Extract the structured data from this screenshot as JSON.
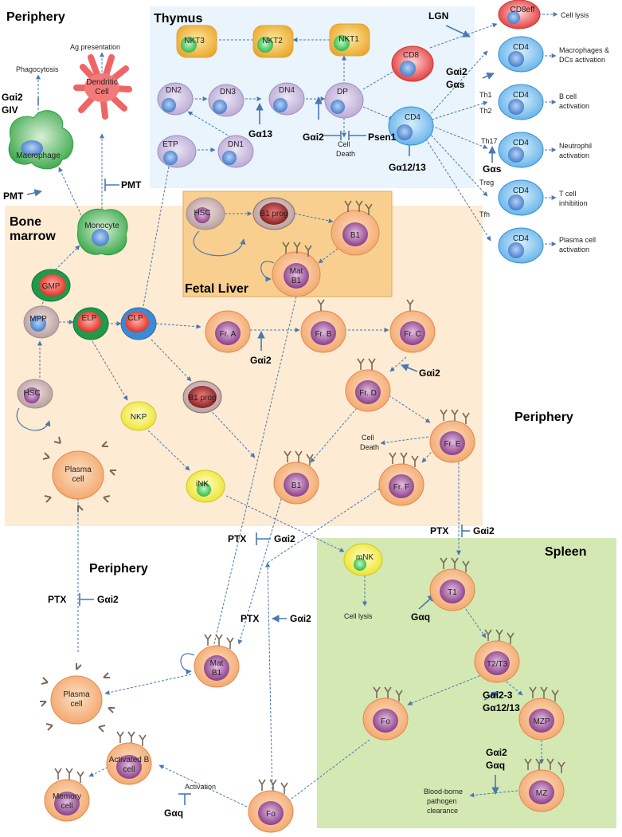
{
  "regions": {
    "periphery_top": "Periphery",
    "thymus": "Thymus",
    "bone_marrow_1": "Bone",
    "bone_marrow_2": "marrow",
    "fetal_liver": "Fetal Liver",
    "periphery_right": "Periphery",
    "periphery_bottom": "Periphery",
    "spleen": "Spleen"
  },
  "colors": {
    "thymus_bg": "#e9f4fc",
    "bone_marrow_bg": "#fdebd3",
    "fetal_liver_bg": "#f8cf8e",
    "spleen_bg": "#d4e8b4",
    "edge": "#4a78b0"
  },
  "cells": {
    "nkt3": "NKT3",
    "nkt2": "NKT2",
    "nkt1": "NKT1",
    "dn2": "DN2",
    "dn3": "DN3",
    "dn4": "DN4",
    "dp": "DP",
    "etp": "ETP",
    "dn1": "DN1",
    "cd8": "CD8",
    "cd8eff": "CD8eff",
    "cd4": "CD4",
    "cd4_th1": "CD4",
    "cd4_th2": "CD4",
    "cd4_th17": "CD4",
    "cd4_treg": "CD4",
    "cd4_tfh": "CD4",
    "macrophage": "Macrophage",
    "dendritic_1": "Dendritic",
    "dendritic_2": "Cell",
    "monocyte": "Monocyte",
    "gmp": "GMP",
    "mpp": "MPP",
    "elp": "ELP",
    "clp": "CLP",
    "hsc_bm": "HSC",
    "hsc_fl": "HSC",
    "b1prog_fl": "B1 prog",
    "b1_fl": "B1",
    "matb1_fl_1": "Mat",
    "matb1_fl_2": "B1",
    "fra": "Fr. A",
    "frb": "Fr. B",
    "frc": "Fr. C",
    "frd": "Fr. D",
    "fre": "Fr. E",
    "frf": "Fr. F",
    "b1prog_bm": "B1 prog",
    "b1_bm": "B1",
    "nkp": "NKP",
    "ink": "iNK",
    "mnk": "mNK",
    "plasma_bm_1": "Plasma",
    "plasma_bm_2": "cell",
    "t1": "T1",
    "t2t3": "T2/T3",
    "fo_spleen": "Fo",
    "mzp": "MZP",
    "mz": "MZ",
    "matb1_p_1": "Mat",
    "matb1_p_2": "B1",
    "plasma_p_1": "Plasma",
    "plasma_p_2": "cell",
    "activated_1": "Activated B",
    "activated_2": "cell",
    "memory_1": "Memory",
    "memory_2": "cell",
    "fo_periphery": "Fo"
  },
  "notes": {
    "cell_lysis_top": "Cell lysis",
    "macro_dc_1": "Macrophages &",
    "macro_dc_2": "DCs activation",
    "bcell_1": "B cell",
    "bcell_2": "activation",
    "neutro_1": "Neutrophil",
    "neutro_2": "activation",
    "tcell_1": "T cell",
    "tcell_2": "inhibition",
    "plasma_act_1": "Plasma cell",
    "plasma_act_2": "activation",
    "phagocytosis": "Phagocytosis",
    "ag_presentation": "Ag presentation",
    "cell_death_thymus_1": "Cell",
    "cell_death_thymus_2": "Death",
    "cell_death_bm_1": "Cell",
    "cell_death_bm_2": "Death",
    "cell_lysis_spleen": "Cell lysis",
    "blood_borne_1": "Blood-borne",
    "blood_borne_2": "pathogen",
    "blood_borne_3": "clearance",
    "activation": "Activation",
    "th1": "Th1",
    "th2": "Th2",
    "th17": "Th17",
    "treg": "Treg",
    "tfh": "Tfh"
  },
  "regulators": {
    "gai2_giv_1": "Gαi2",
    "gai2_giv_2": "GIV",
    "pmt_left": "PMT",
    "pmt_dc": "PMT",
    "lgn": "LGN",
    "ga13": "Gα13",
    "gai2_thymus": "Gαi2",
    "psen1": "Psen1",
    "ga1213_thymus": "Gα12/13",
    "gai2_th1": "Gαi2",
    "gas_th1": "Gαs",
    "gas_th17": "Gαs",
    "gai2_fra": "Gαi2",
    "gai2_frc": "Gαi2",
    "ptx_b1": "PTX",
    "gai2_b1": "Gαi2",
    "ptx_t1": "PTX",
    "gai2_t1": "Gαi2",
    "ptx_plasma": "PTX",
    "gai2_plasma": "Gαi2",
    "ptx_fo": "PTX",
    "gai2_fo": "Gαi2",
    "gaq_t1": "Gαq",
    "gai23_mzp": "Gαi2-3",
    "ga1213_mzp": "Gα12/13",
    "gai2_mz": "Gαi2",
    "gaq_mz": "Gαq",
    "gaq_act": "Gαq"
  }
}
